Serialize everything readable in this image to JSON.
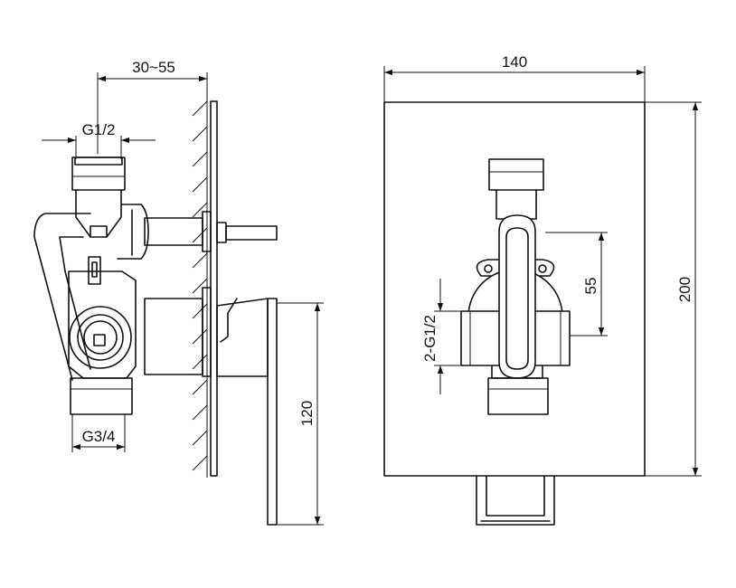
{
  "side_view": {
    "dim_depth": "30~55",
    "dim_inlet_thread": "G1/2",
    "dim_outlet_thread": "G3/4",
    "dim_lever_length": "120"
  },
  "front_view": {
    "dim_plate_width": "140",
    "dim_plate_height": "200",
    "dim_port_spacing": "55",
    "dim_port_thread": "2-G1/2"
  },
  "colors": {
    "line": "#111111",
    "background": "#ffffff"
  }
}
